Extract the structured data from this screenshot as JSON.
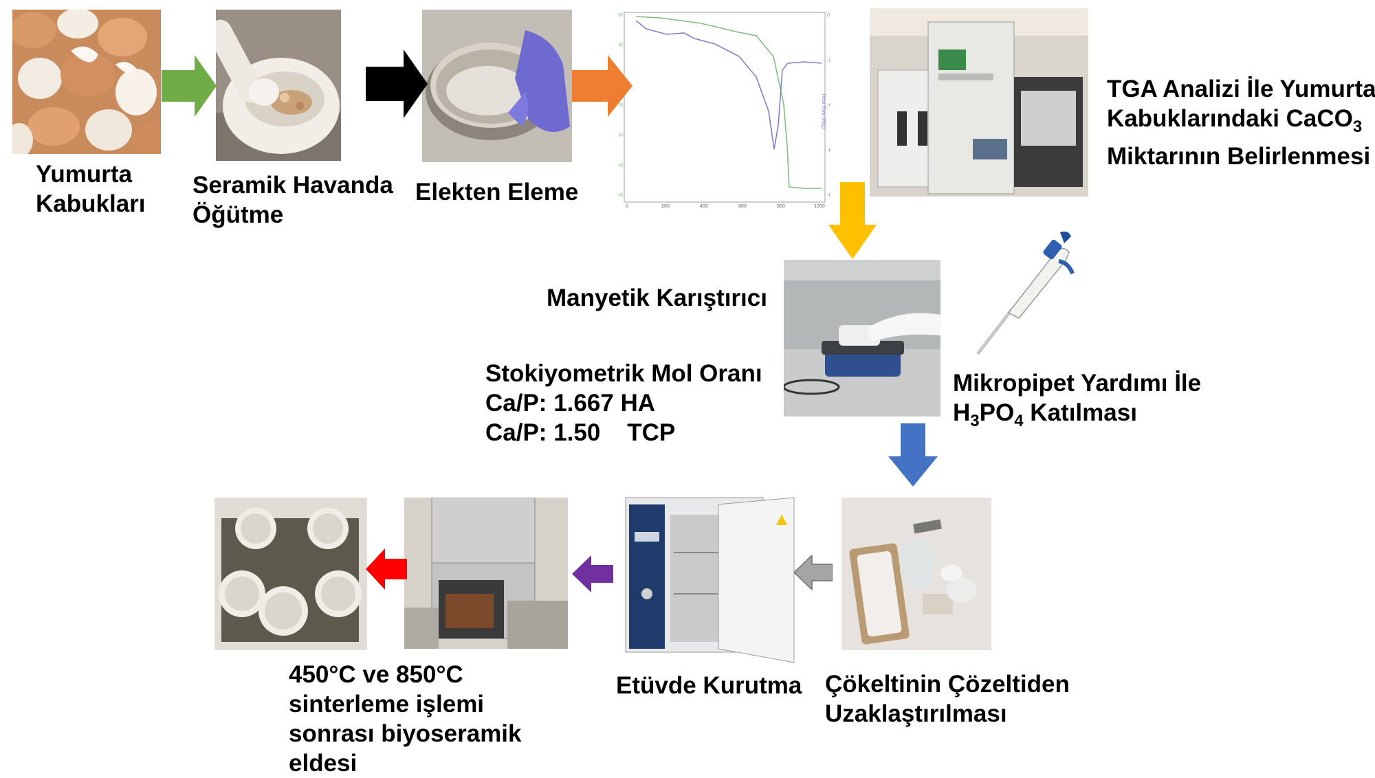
{
  "steps": {
    "eggshells": {
      "line1": "Yumurta",
      "line2": "Kabukları"
    },
    "grinding": {
      "line1": "Seramik Havanda",
      "line2": "Öğütme"
    },
    "sieving": {
      "line1": "Elekten Eleme"
    },
    "tga": {
      "line1": "TGA Analizi İle Yumurta",
      "line2a": "Kabuklarındaki CaCO",
      "line2sub": "3",
      "line3": "Miktarının Belirlenmesi"
    },
    "stirrer": {
      "line1": "Manyetik Karıştırıcı"
    },
    "ratio": {
      "line1": "Stokiyometrik Mol Oranı",
      "line2": "Ca/P: 1.667 HA",
      "line3": "Ca/P: 1.50    TCP"
    },
    "pipette": {
      "line1": "Mikropipet Yardımı İle",
      "line2a": "H",
      "line2sub1": "3",
      "line2b": "PO",
      "line2sub2": "4",
      "line2c": " Katılması"
    },
    "separation": {
      "line1": "Çökeltinin Çözeltiden",
      "line2": "Uzaklaştırılması"
    },
    "drying": {
      "line1": "Etüvde Kurutma"
    },
    "sintering": {
      "line1": "450°C ve 850°C",
      "line2": "sinterleme işlemi",
      "line3": "sonrası biyoseramik",
      "line4": "eldesi"
    }
  },
  "arrows": [
    {
      "name": "green-arrow",
      "color": "#70ad47",
      "direction": "right"
    },
    {
      "name": "black-arrow",
      "color": "#000000",
      "direction": "right"
    },
    {
      "name": "orange-arrow",
      "color": "#ed7d31",
      "direction": "right"
    },
    {
      "name": "yellow-arrow",
      "color": "#ffc000",
      "direction": "down"
    },
    {
      "name": "blue-arrow",
      "color": "#4472c4",
      "direction": "down"
    },
    {
      "name": "gray-arrow",
      "color": "#a5a5a5",
      "direction": "left"
    },
    {
      "name": "purple-arrow",
      "color": "#7030a0",
      "direction": "left"
    },
    {
      "name": "red-arrow",
      "color": "#ff0000",
      "direction": "left"
    }
  ],
  "tga_plot": {
    "x_ticks": [
      "0",
      "200",
      "400",
      "600",
      "800",
      "1000"
    ],
    "left_ticks": [
      "100",
      "90",
      "80",
      "70",
      "60",
      "50",
      "40"
    ],
    "right_ticks": [
      "0",
      "-2",
      "-4",
      "-6",
      "-8"
    ],
    "right_axis_label": "Heat Flow (W/g)",
    "colors": {
      "weight": "#7fbf7f",
      "heatflow": "#8080c8"
    }
  }
}
